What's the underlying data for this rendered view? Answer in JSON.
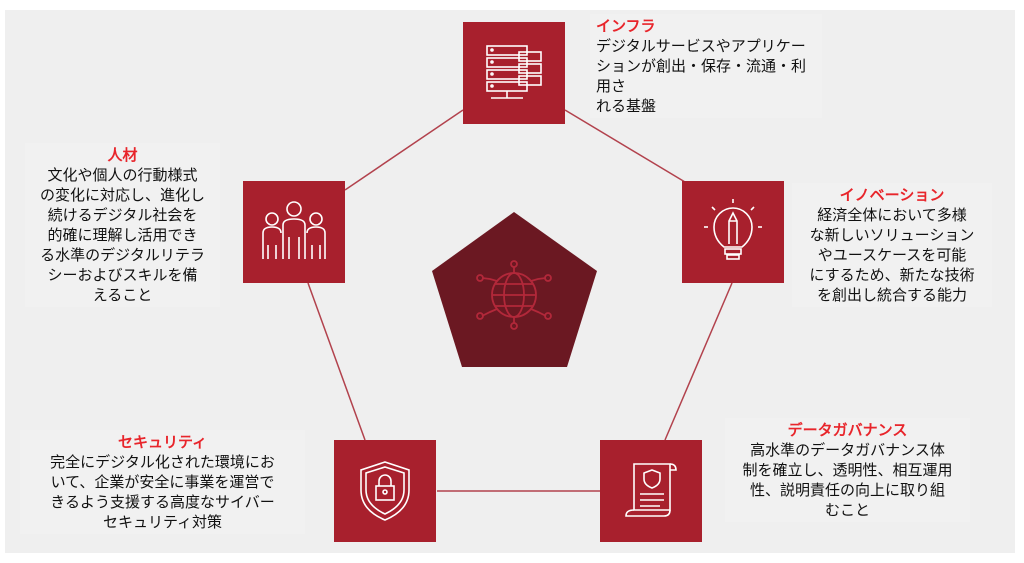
{
  "colors": {
    "background": "#efefef",
    "square": "#a8202d",
    "center": "#6b1822",
    "title": "#e8252b",
    "line": "#b2424d"
  },
  "center": {
    "icon": "globe-network-icon"
  },
  "nodes": {
    "infra": {
      "title": "インフラ",
      "lines": [
        "デジタルサービスやアプリケー",
        "ションが創出・保存・流通・利用さ",
        "れる基盤"
      ],
      "icon": "server-icon"
    },
    "talent": {
      "title": "人材",
      "lines": [
        "文化や個人の行動様式",
        "の変化に対応し、進化し",
        "続けるデジタル社会を",
        "的確に理解し活用でき",
        "る水準のデジタルリテラ",
        "シーおよびスキルを備",
        "えること"
      ],
      "icon": "people-icon"
    },
    "innovation": {
      "title": "イノベーション",
      "lines": [
        "経済全体において多様",
        "な新しいソリューション",
        "やユースケースを可能",
        "にするため、新たな技術",
        "を創出し統合する能力"
      ],
      "icon": "lightbulb-pencil-icon"
    },
    "governance": {
      "title": "データガバナンス",
      "lines": [
        "高水準のデータガバナンス体",
        "制を確立し、透明性、相互運用",
        "性、説明責任の向上に取り組",
        "むこと"
      ],
      "icon": "document-shield-icon"
    },
    "security": {
      "title": "セキュリティ",
      "lines": [
        "完全にデジタル化された環境にお",
        "いて、企業が安全に事業を運営で",
        "きるよう支援する高度なサイバー",
        "セキュリティ対策"
      ],
      "icon": "shield-lock-icon"
    }
  }
}
